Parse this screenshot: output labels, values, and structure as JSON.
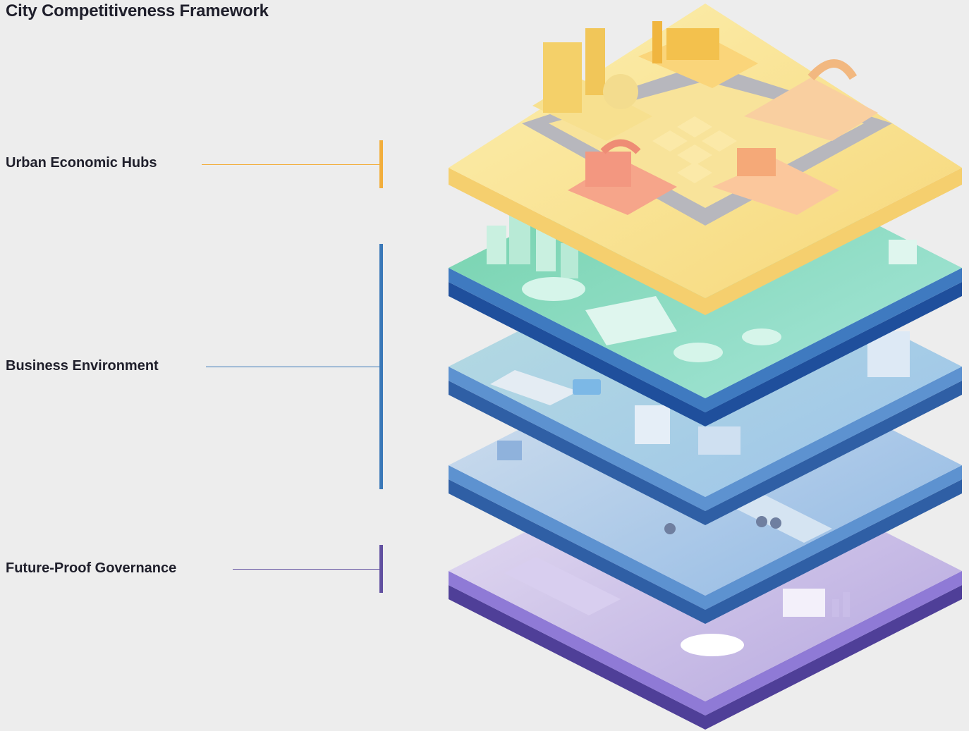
{
  "title": "City Competitiveness Framework",
  "layers": [
    {
      "label": "Urban Economic Hubs",
      "color": "#f2ae3c"
    },
    {
      "label": "Business Environment",
      "color": "#3a78b8"
    },
    {
      "label": "Future-Proof Governance",
      "color": "#6150a0"
    }
  ]
}
